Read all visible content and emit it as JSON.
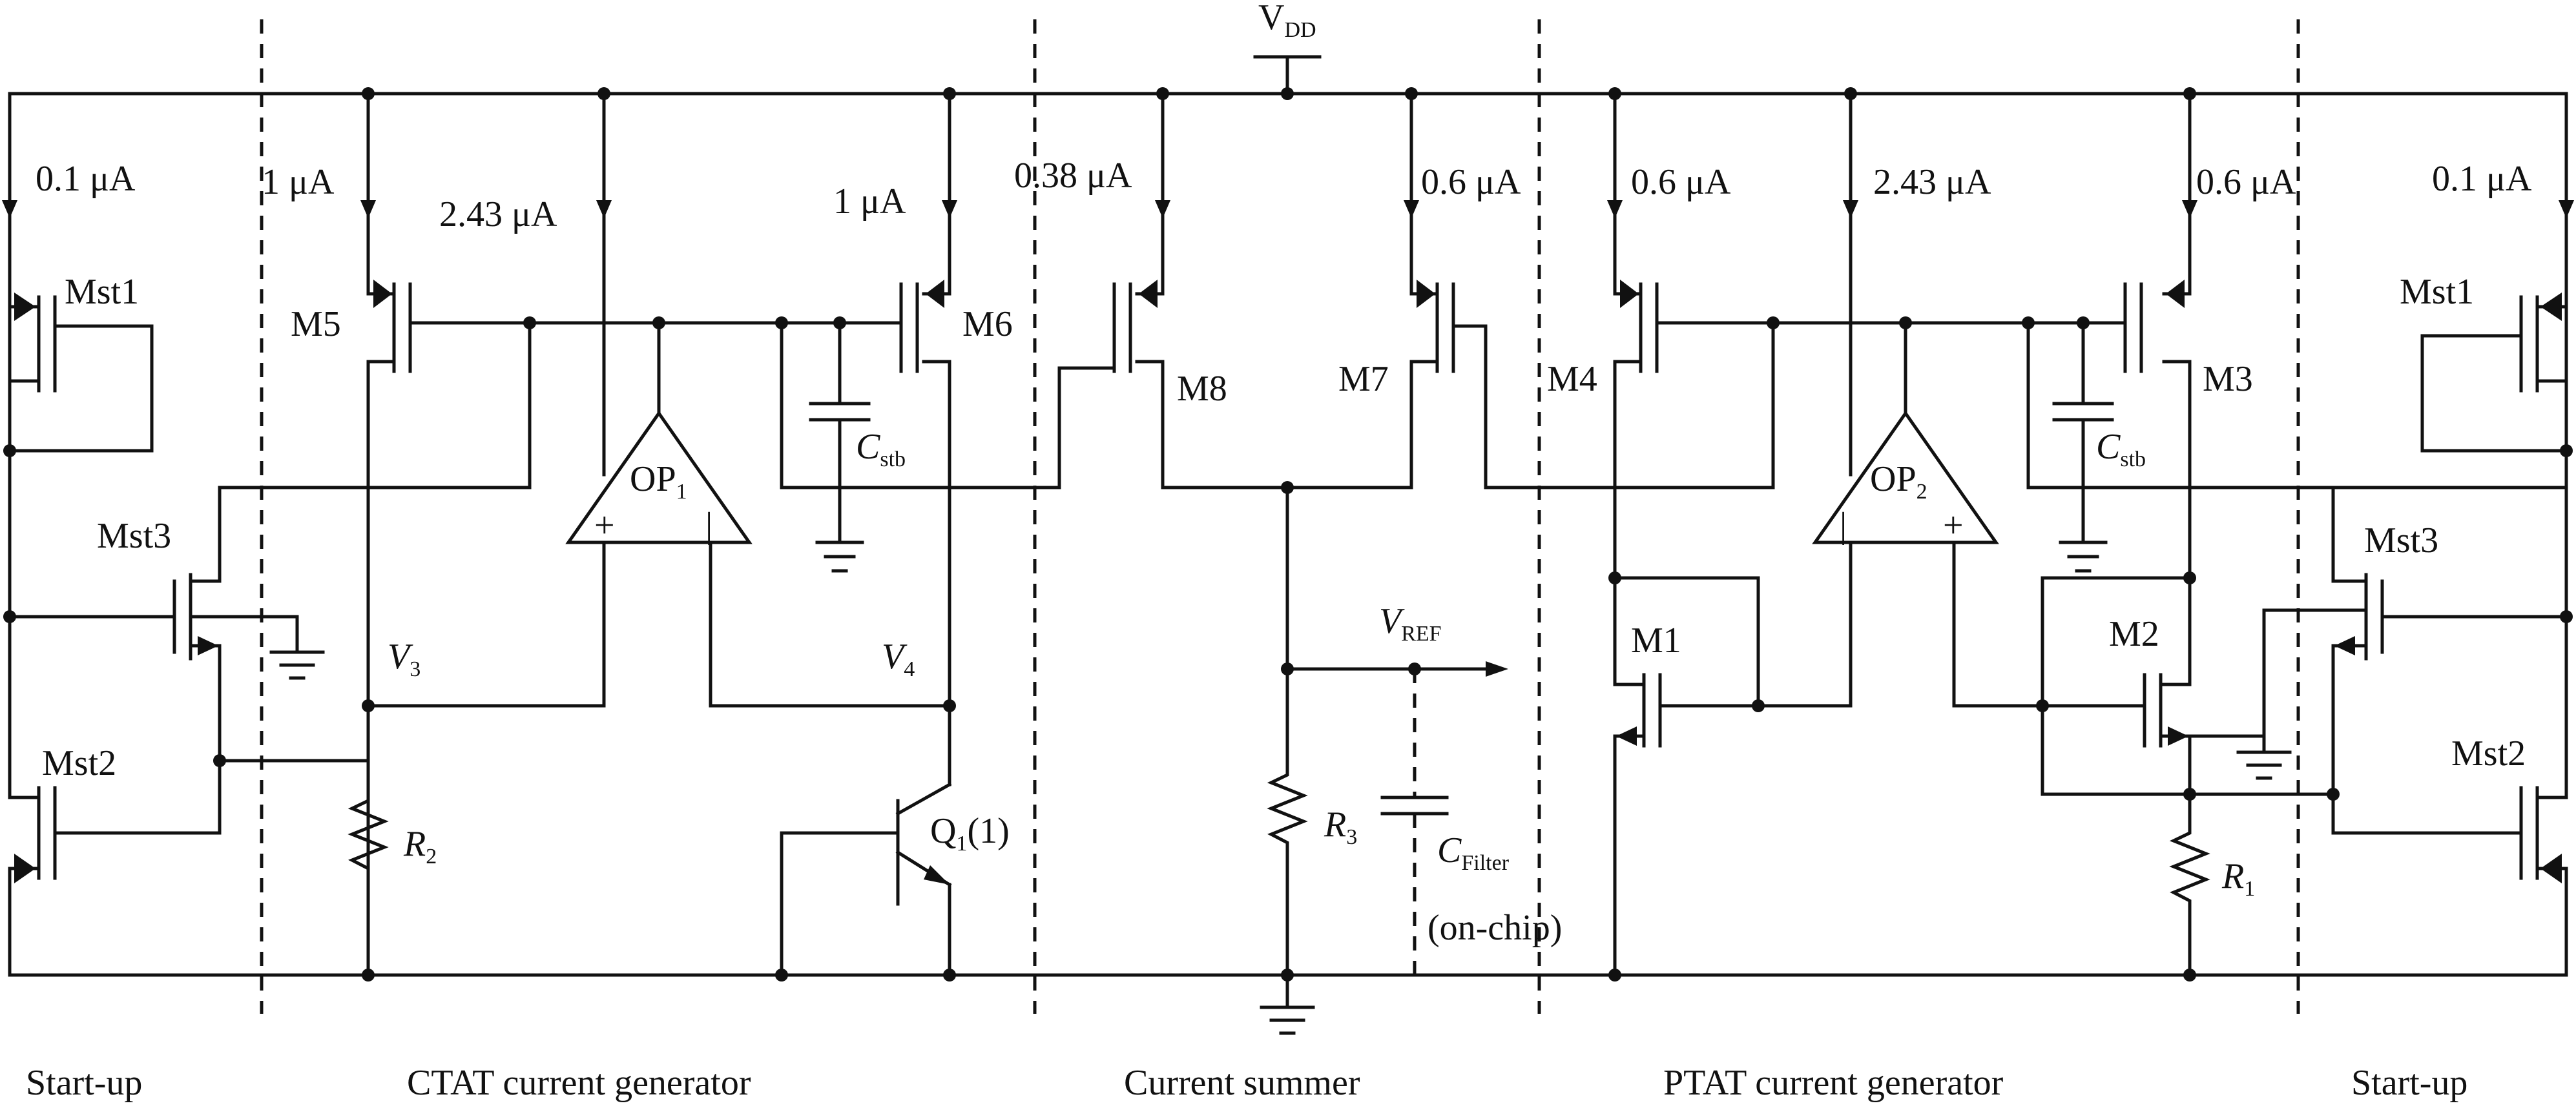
{
  "supply": {
    "name": "V",
    "sub": "DD"
  },
  "currents": {
    "st_left": "0.1 μA",
    "m5": "1 μA",
    "op1": "2.43 μA",
    "m6": "1 μA",
    "m8": "0.38 μA",
    "m7": "0.6 μA",
    "m4": "0.6 μA",
    "op2": "2.43 μA",
    "m3": "0.6 μA",
    "st_right": "0.1 μA"
  },
  "transistors": {
    "mst1": "Mst1",
    "mst2": "Mst2",
    "mst3": "Mst3",
    "m1": "M1",
    "m2": "M2",
    "m3": "M3",
    "m4": "M4",
    "m5": "M5",
    "m6": "M6",
    "m7": "M7",
    "m8": "M8",
    "q1": "Q",
    "q1_sub": "1",
    "q1_suffix": "(1)"
  },
  "opamps": {
    "op1": "OP",
    "op1_sub": "1",
    "op2": "OP",
    "op2_sub": "2"
  },
  "nodes": {
    "v3": "V",
    "v3_sub": "3",
    "v4": "V",
    "v4_sub": "4",
    "vref": "V",
    "vref_sub": "REF"
  },
  "resistors": {
    "r1": "R",
    "r1_sub": "1",
    "r2": "R",
    "r2_sub": "2",
    "r3": "R",
    "r3_sub": "3"
  },
  "capacitors": {
    "cstb": "C",
    "cstb_sub": "stb",
    "cfilter": "C",
    "cfilter_sub": "Filter",
    "cfilter_note": "(on-chip)"
  },
  "sections": [
    "Start-up",
    "CTAT current generator",
    "Current summer",
    "PTAT current generator",
    "Start-up"
  ],
  "colors": {
    "line": "#111111",
    "background": "#ffffff"
  }
}
